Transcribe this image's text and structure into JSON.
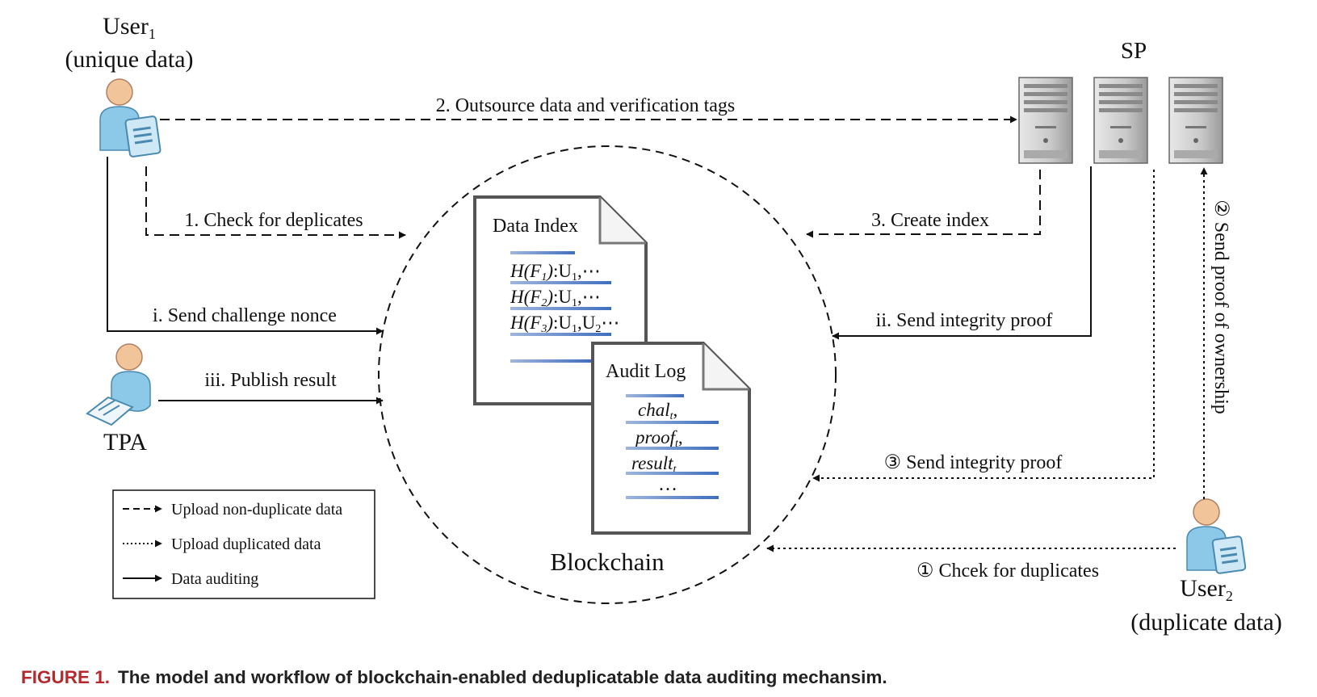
{
  "actors": {
    "user1": {
      "name": "User",
      "subscript": "1",
      "role": "(unique data)"
    },
    "user2": {
      "name": "User",
      "subscript": "2",
      "role": "(duplicate data)"
    },
    "tpa": {
      "name": "TPA"
    },
    "sp": {
      "name": "SP"
    }
  },
  "blockchain": {
    "label": "Blockchain"
  },
  "data_index": {
    "title": "Data Index",
    "rows": [
      {
        "hash": "H(F",
        "sub": "1",
        "close": ")",
        "users": ":U",
        "u_sub": "1",
        "rest": ",⋯"
      },
      {
        "hash": "H(F",
        "sub": "2",
        "close": ")",
        "users": ":U",
        "u_sub": "1",
        "rest": ",⋯"
      },
      {
        "hash": "H(F",
        "sub": "3",
        "close": ")",
        "users": ":U",
        "u_sub": "1",
        "rest": ",U",
        "u2_sub": "2",
        "tail": "⋯"
      }
    ]
  },
  "audit_log": {
    "title": "Audit Log",
    "rows": [
      {
        "text": "chal",
        "sub": "t",
        "suffix": ","
      },
      {
        "text": "proof",
        "sub": "t",
        "suffix": ","
      },
      {
        "text": "result",
        "sub": "t",
        "suffix": ""
      }
    ],
    "ellipsis": "…"
  },
  "flows": {
    "outsource": "2. Outsource data and verification tags",
    "check_duplicates": "1. Check for deplicates",
    "create_index": "3. Create index",
    "send_challenge": "i. Send challenge nonce",
    "send_integrity_proof": "ii. Send integrity proof",
    "publish_result": "iii. Publish result",
    "send_integrity_proof_dup": "③ Send integrity proof",
    "check_duplicates_dup": "① Chcek for duplicates",
    "send_proof_ownership": "② Send proof of ownership"
  },
  "legend": {
    "items": [
      {
        "style": "dashed",
        "label": "Upload non-duplicate data"
      },
      {
        "style": "dotted",
        "label": "Upload duplicated data"
      },
      {
        "style": "solid",
        "label": "Data auditing"
      }
    ]
  },
  "caption": {
    "label": "FIGURE 1.",
    "text": "The model and workflow of blockchain-enabled deduplicatable data auditing mechansim."
  },
  "colors": {
    "person": "#8cc8e8",
    "skin": "#f2c49a",
    "index_line": "#4f7fc7",
    "server": "#bfbfbf",
    "caption_label": "#b5292c"
  }
}
